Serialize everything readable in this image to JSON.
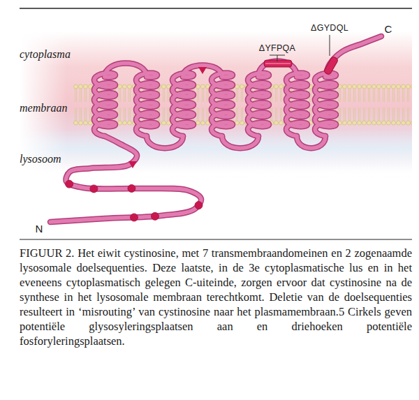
{
  "diagram": {
    "caption": "FIGUUR 2. Het eiwit cystinosine, met 7 transmembraandomeinen en 2 zogenaamde lysosomale doelsequenties. Deze laatste, in de 3e cytoplasmatische lus en in het eveneens cytoplasmatisch gelegen C-uiteinde, zorgen ervoor dat cystinosine na de synthese in het lysosomale membraan terechtkomt. Deletie van de doelsequenties resulteert in ‘misrouting’ van cystinosine naar het plasmamembraan.5 Cirkels geven potentiële glysosyleringsplaatsen aan en driehoeken potentiële fosforyleringsplaatsen.",
    "labels": [
      "cytoplasma",
      "membraan",
      "lysosoom",
      "ΔYFPQA",
      "ΔGYDQL",
      "C",
      "N"
    ]
  }
}
